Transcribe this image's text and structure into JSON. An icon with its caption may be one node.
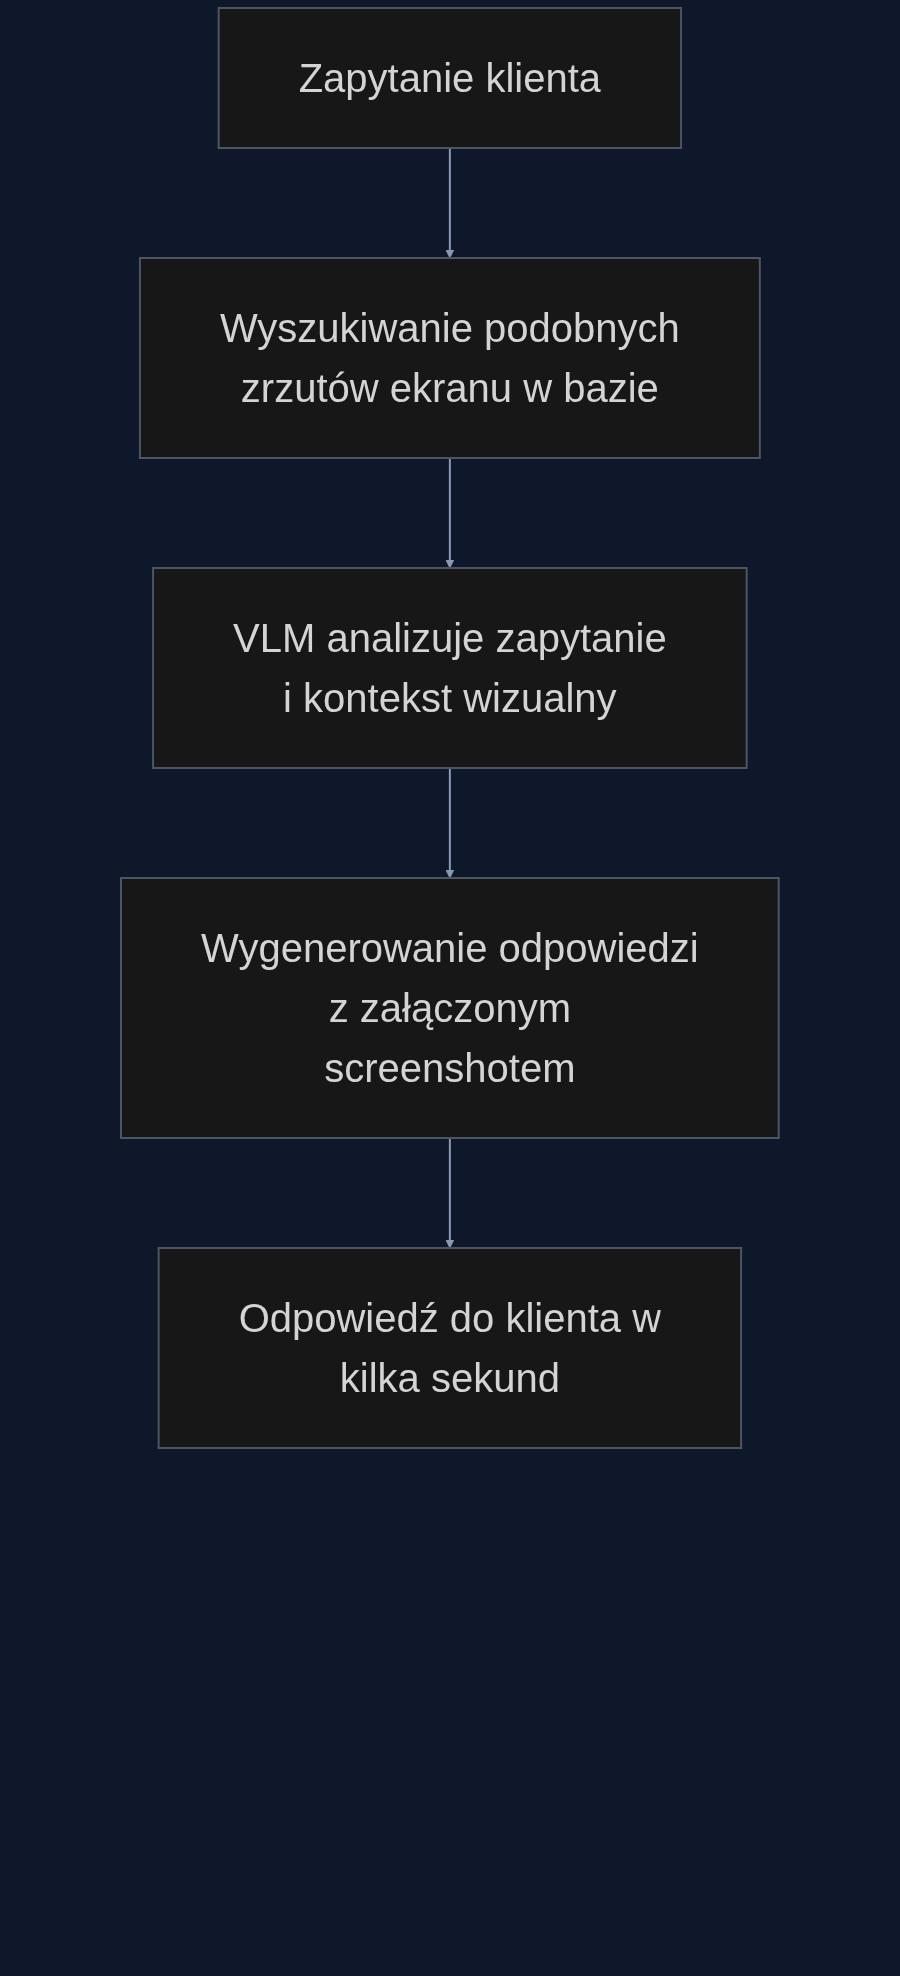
{
  "diagram": {
    "nodes": [
      {
        "text": [
          "Zapytanie klienta"
        ]
      },
      {
        "text": [
          "Wyszukiwanie podobnych zrzutów ekranu w bazie"
        ]
      },
      {
        "text": [
          "VLM analizuje zapytanie i kontekst wizualny"
        ]
      },
      {
        "text": [
          "Wygenerowanie odpowiedzi z załączonym screenshotem"
        ]
      },
      {
        "text": [
          "Odpowiedź do klienta w kilka sekund"
        ]
      }
    ],
    "edges": [
      {
        "from": 0,
        "to": 1,
        "arrow": "to"
      },
      {
        "from": 1,
        "to": 2,
        "arrow": "to"
      },
      {
        "from": 2,
        "to": 3,
        "arrow": "to"
      },
      {
        "from": 3,
        "to": 4,
        "arrow": "to"
      }
    ]
  }
}
